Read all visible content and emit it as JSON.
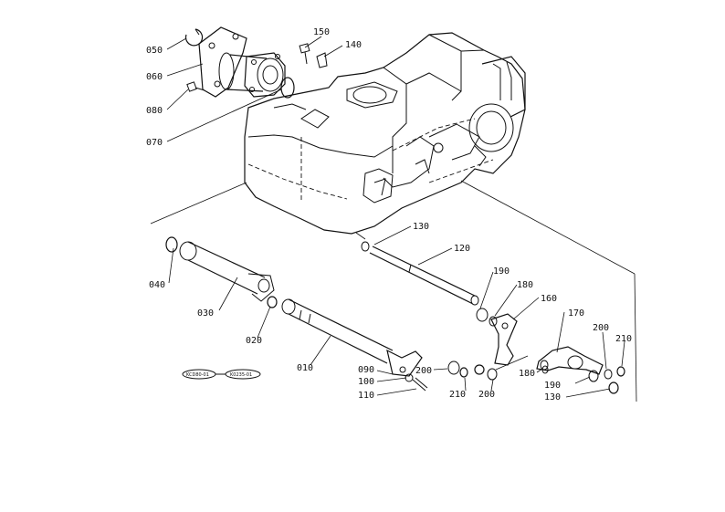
{
  "diagram": {
    "labels": {
      "p050": "050",
      "p060": "060",
      "p080": "080",
      "p070": "070",
      "p150": "150",
      "p140": "140",
      "p130_top": "130",
      "p120": "120",
      "p040": "040",
      "p030": "030",
      "p020": "020",
      "p010": "010",
      "p090": "090",
      "p100": "100",
      "p110": "110",
      "p190_top": "190",
      "p180_top": "180",
      "p160": "160",
      "p170": "170",
      "p200_left": "200",
      "p210_left": "210",
      "p200_mid": "200",
      "p180_bot": "180",
      "p190_bot": "190",
      "p130_bot": "130",
      "p200_right": "200",
      "p210_right": "210"
    },
    "reference_codes": {
      "ref_a": "KCD80-01",
      "ref_b": "K0235-01"
    }
  }
}
